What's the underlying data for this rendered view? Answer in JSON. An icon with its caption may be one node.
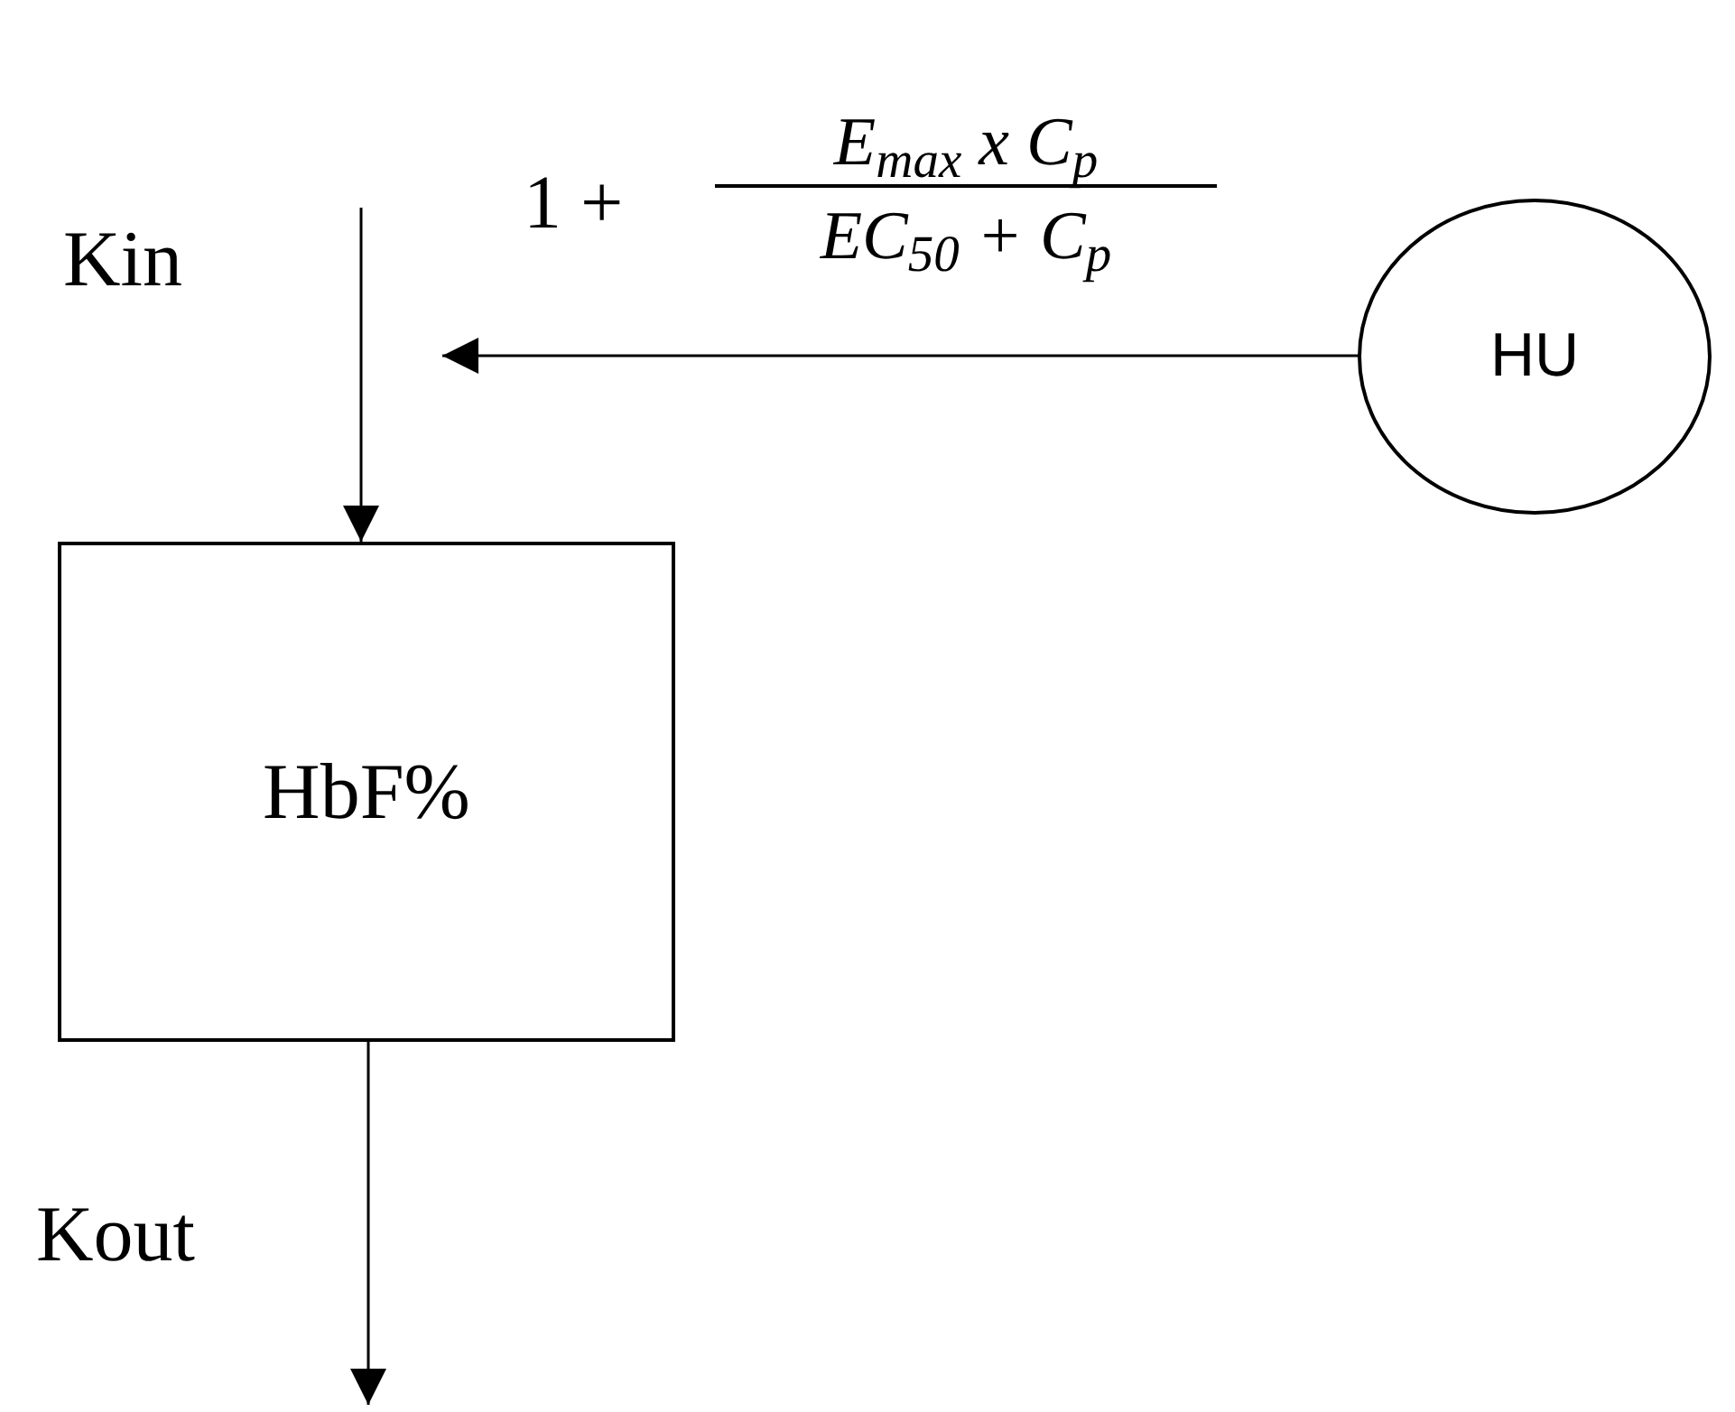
{
  "diagram": {
    "nodes": [
      {
        "text": [
          "HbF%"
        ]
      },
      {
        "text": [
          "HU"
        ]
      }
    ],
    "edges": [
      {
        "from": null,
        "to": 0,
        "arrow": "to",
        "label": "Kin"
      },
      {
        "from": 0,
        "to": null,
        "arrow": "to",
        "label": "Kout"
      },
      {
        "from": 1,
        "to": null,
        "arrow": "to"
      }
    ],
    "labels": [
      "1 +",
      "E$_{max}$ x C$_{p}$",
      "EC$_{50}$ + C$_{p}$"
    ]
  }
}
